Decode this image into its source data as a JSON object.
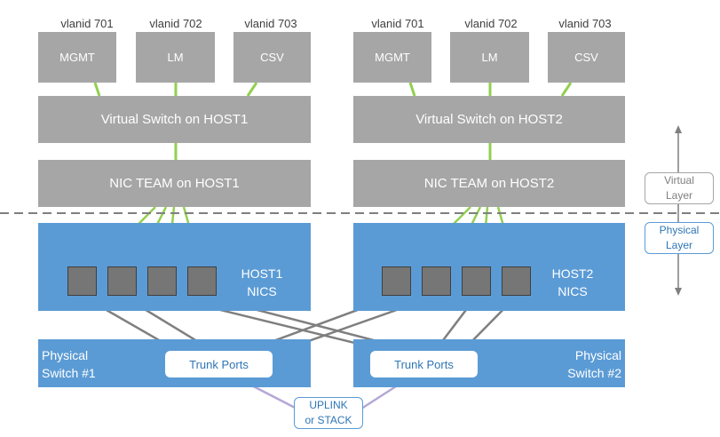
{
  "hosts": [
    {
      "vlans": [
        {
          "vlan": "vlanid 701",
          "name": "MGMT"
        },
        {
          "vlan": "vlanid 702",
          "name": "LM"
        },
        {
          "vlan": "vlanid 703",
          "name": "CSV"
        }
      ],
      "vswitch": "Virtual Switch on HOST1",
      "team": "NIC TEAM on HOST1",
      "nics_line1": "HOST1",
      "nics_line2": "NICS"
    },
    {
      "vlans": [
        {
          "vlan": "vlanid 701",
          "name": "MGMT"
        },
        {
          "vlan": "vlanid 702",
          "name": "LM"
        },
        {
          "vlan": "vlanid 703",
          "name": "CSV"
        }
      ],
      "vswitch": "Virtual Switch on HOST2",
      "team": "NIC TEAM on HOST2",
      "nics_line1": "HOST2",
      "nics_line2": "NICS"
    }
  ],
  "switches": [
    {
      "line1": "Physical",
      "line2": "Switch #1",
      "ports": "Trunk Ports"
    },
    {
      "line1": "Physical",
      "line2": "Switch #2",
      "ports": "Trunk Ports"
    }
  ],
  "uplink": {
    "line1": "UPLINK",
    "line2": "or STACK"
  },
  "layers": {
    "virtual": {
      "line1": "Virtual",
      "line2": "Layer"
    },
    "physical": {
      "line1": "Physical",
      "line2": "Layer"
    }
  },
  "colors": {
    "gray_box": "#a6a6a6",
    "blue_box": "#5b9bd5",
    "nic": "#767676",
    "green_link": "#92d050",
    "gray_link": "#7f7f7f",
    "purple_link": "#b4a7d6"
  }
}
